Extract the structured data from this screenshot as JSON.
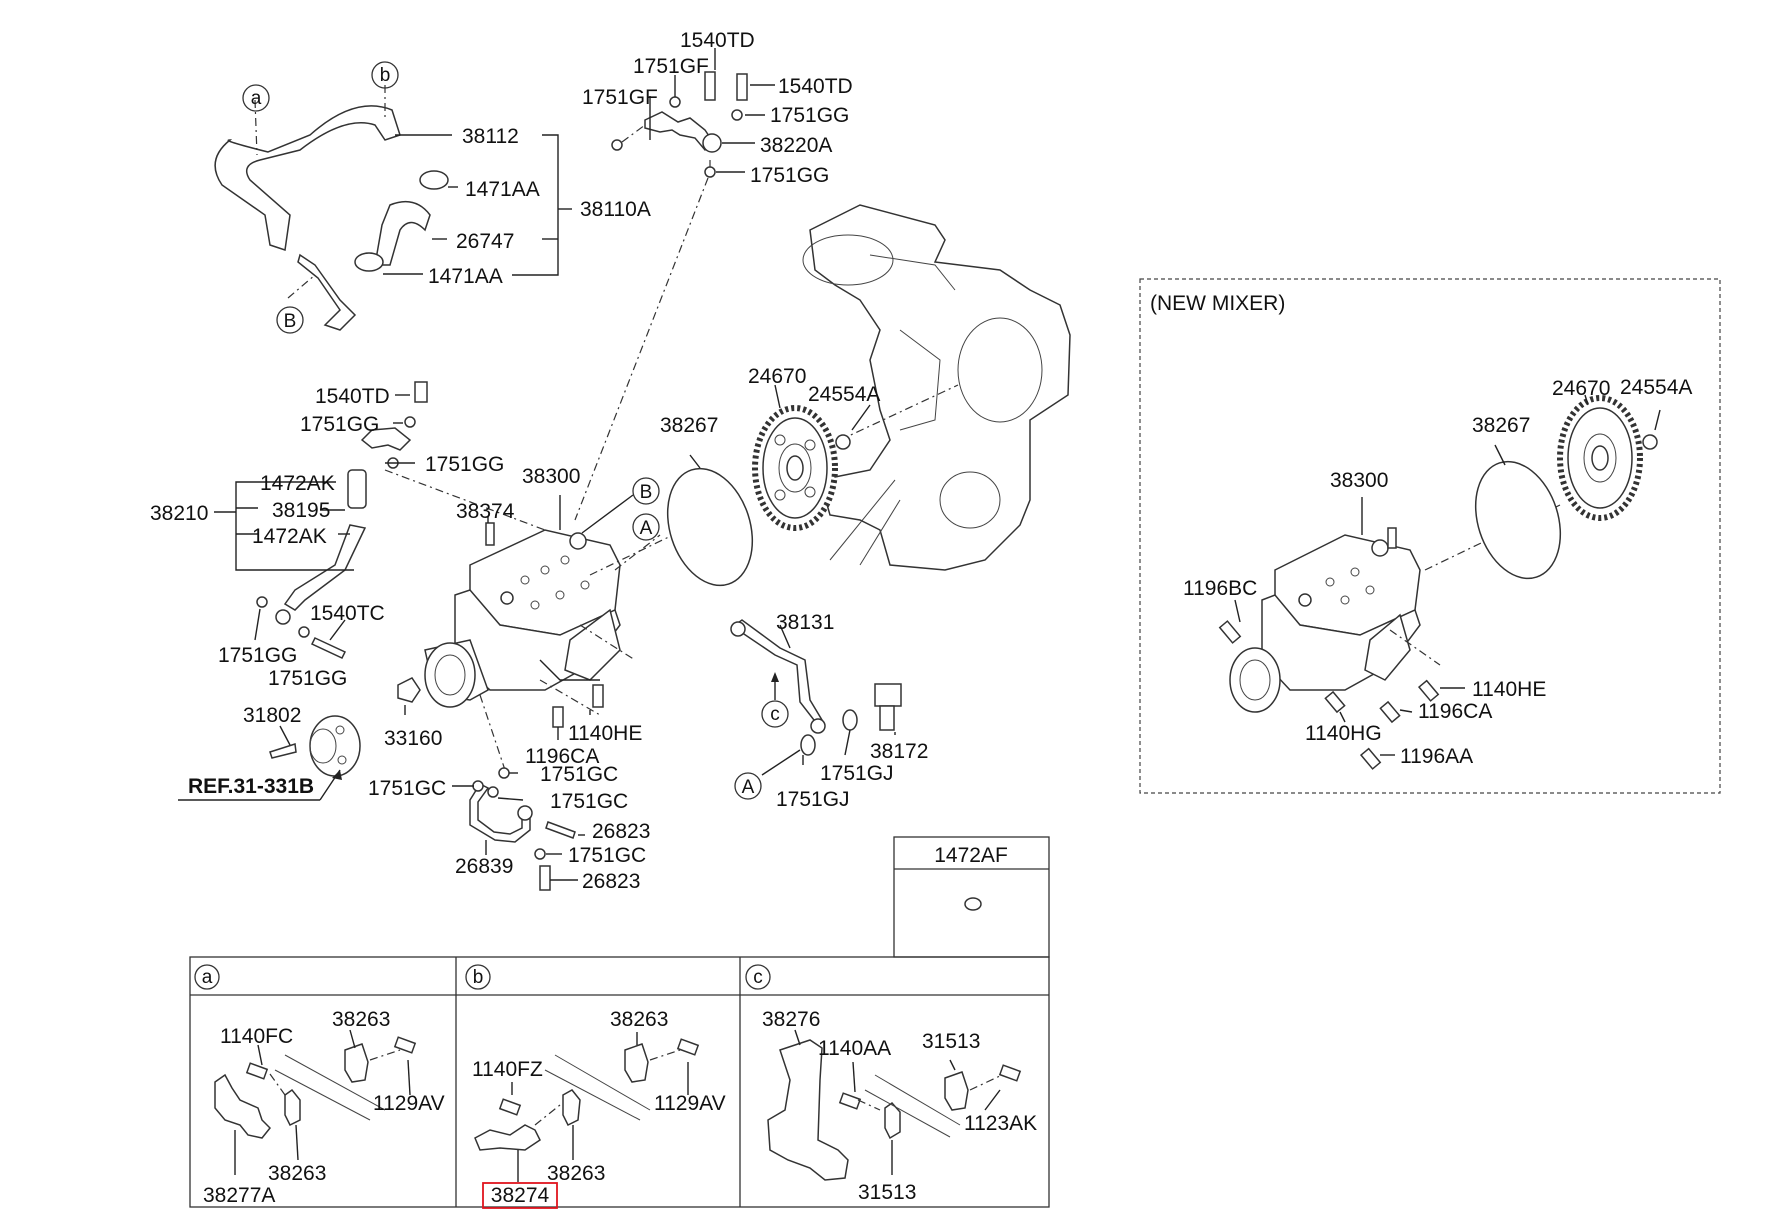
{
  "labels": {
    "p38112": "38112",
    "p1471AA_1": "1471AA",
    "p38110A": "38110A",
    "p26747": "26747",
    "p1471AA_2": "1471AA",
    "p1540TD_top": "1540TD",
    "p1751GF_1": "1751GF",
    "p1751GF_2": "1751GF",
    "p1540TD_2": "1540TD",
    "p1751GG_1": "1751GG",
    "p38220A": "38220A",
    "p1751GG_2": "1751GG",
    "p1540TD_3": "1540TD",
    "p1751GG_3": "1751GG",
    "p1751GG_4": "1751GG",
    "p1472AK_1": "1472AK",
    "p38195": "38195",
    "p1472AK_2": "1472AK",
    "p38210": "38210",
    "p38374": "38374",
    "p38300": "38300",
    "p38267": "38267",
    "p24670": "24670",
    "p24554A": "24554A",
    "p1540TC": "1540TC",
    "p1751GG_5": "1751GG",
    "p1751GG_6": "1751GG",
    "p31802": "31802",
    "p33160": "33160",
    "p1140HE": "1140HE",
    "p1196CA": "1196CA",
    "p38131": "38131",
    "p38172": "38172",
    "p1751GJ_1": "1751GJ",
    "p1751GJ_2": "1751GJ",
    "p1751GC_1": "1751GC",
    "p1751GC_2": "1751GC",
    "p1751GC_3": "1751GC",
    "p1751GC_4": "1751GC",
    "p26823_1": "26823",
    "p26823_2": "26823",
    "p26839": "26839",
    "ref": "REF.31-331B",
    "new_mixer": "(NEW MIXER)",
    "nm38267": "38267",
    "nm24670": "24670",
    "nm24554A": "24554A",
    "nm38300": "38300",
    "nm1196BC": "1196BC",
    "nm1140HE": "1140HE",
    "nm1196CA": "1196CA",
    "nm1140HG": "1140HG",
    "nm1196AA": "1196AA",
    "t1472AF": "1472AF",
    "a1140FC": "1140FC",
    "a38263_1": "38263",
    "a1129AV": "1129AV",
    "a38263_2": "38263",
    "a38277A": "38277A",
    "b38263_1": "38263",
    "b1140FZ": "1140FZ",
    "b1129AV": "1129AV",
    "b38263_2": "38263",
    "b38274": "38274",
    "c38276": "38276",
    "c1140AA": "1140AA",
    "c31513_1": "31513",
    "c1123AK": "1123AK",
    "c31513_2": "31513"
  },
  "callouts": {
    "a": "a",
    "b": "b",
    "B": "B",
    "c": "c",
    "A": "A",
    "B2": "B",
    "A2": "A",
    "box_a": "a",
    "box_b": "b",
    "box_c": "c"
  },
  "highlight_color": "#e0141e"
}
